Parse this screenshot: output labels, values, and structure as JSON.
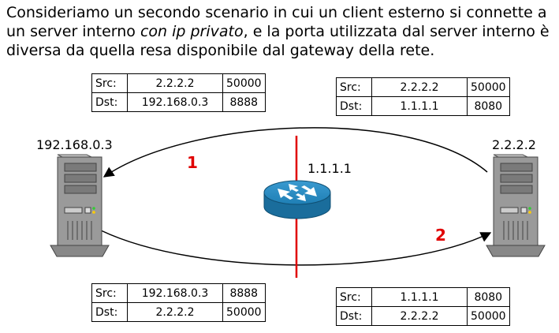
{
  "intro": {
    "part1": "Consideriamo un secondo scenario in cui un client esterno si connette a un server interno ",
    "italic": "con ip privato",
    "part2": ", e la porta utilizzata dal server interno è diversa da quella resa disponibile dal gateway della rete."
  },
  "hosts": {
    "left_ip": "192.168.0.3",
    "router_ip": "1.1.1.1",
    "right_ip": "2.2.2.2"
  },
  "steps": {
    "first": "1",
    "second": "2"
  },
  "colors": {
    "accent": "#e00000",
    "router": "#1f7fb5"
  },
  "packets": {
    "top_left": {
      "src_label": "Src:",
      "src_ip": "2.2.2.2",
      "src_port": "50000",
      "dst_label": "Dst:",
      "dst_ip": "192.168.0.3",
      "dst_port": "8888"
    },
    "top_right": {
      "src_label": "Src:",
      "src_ip": "2.2.2.2",
      "src_port": "50000",
      "dst_label": "Dst:",
      "dst_ip": "1.1.1.1",
      "dst_port": "8080"
    },
    "bottom_left": {
      "src_label": "Src:",
      "src_ip": "192.168.0.3",
      "src_port": "8888",
      "dst_label": "Dst:",
      "dst_ip": "2.2.2.2",
      "dst_port": "50000"
    },
    "bottom_right": {
      "src_label": "Src:",
      "src_ip": "1.1.1.1",
      "src_port": "8080",
      "dst_label": "Dst:",
      "dst_ip": "2.2.2.2",
      "dst_port": "50000"
    }
  }
}
